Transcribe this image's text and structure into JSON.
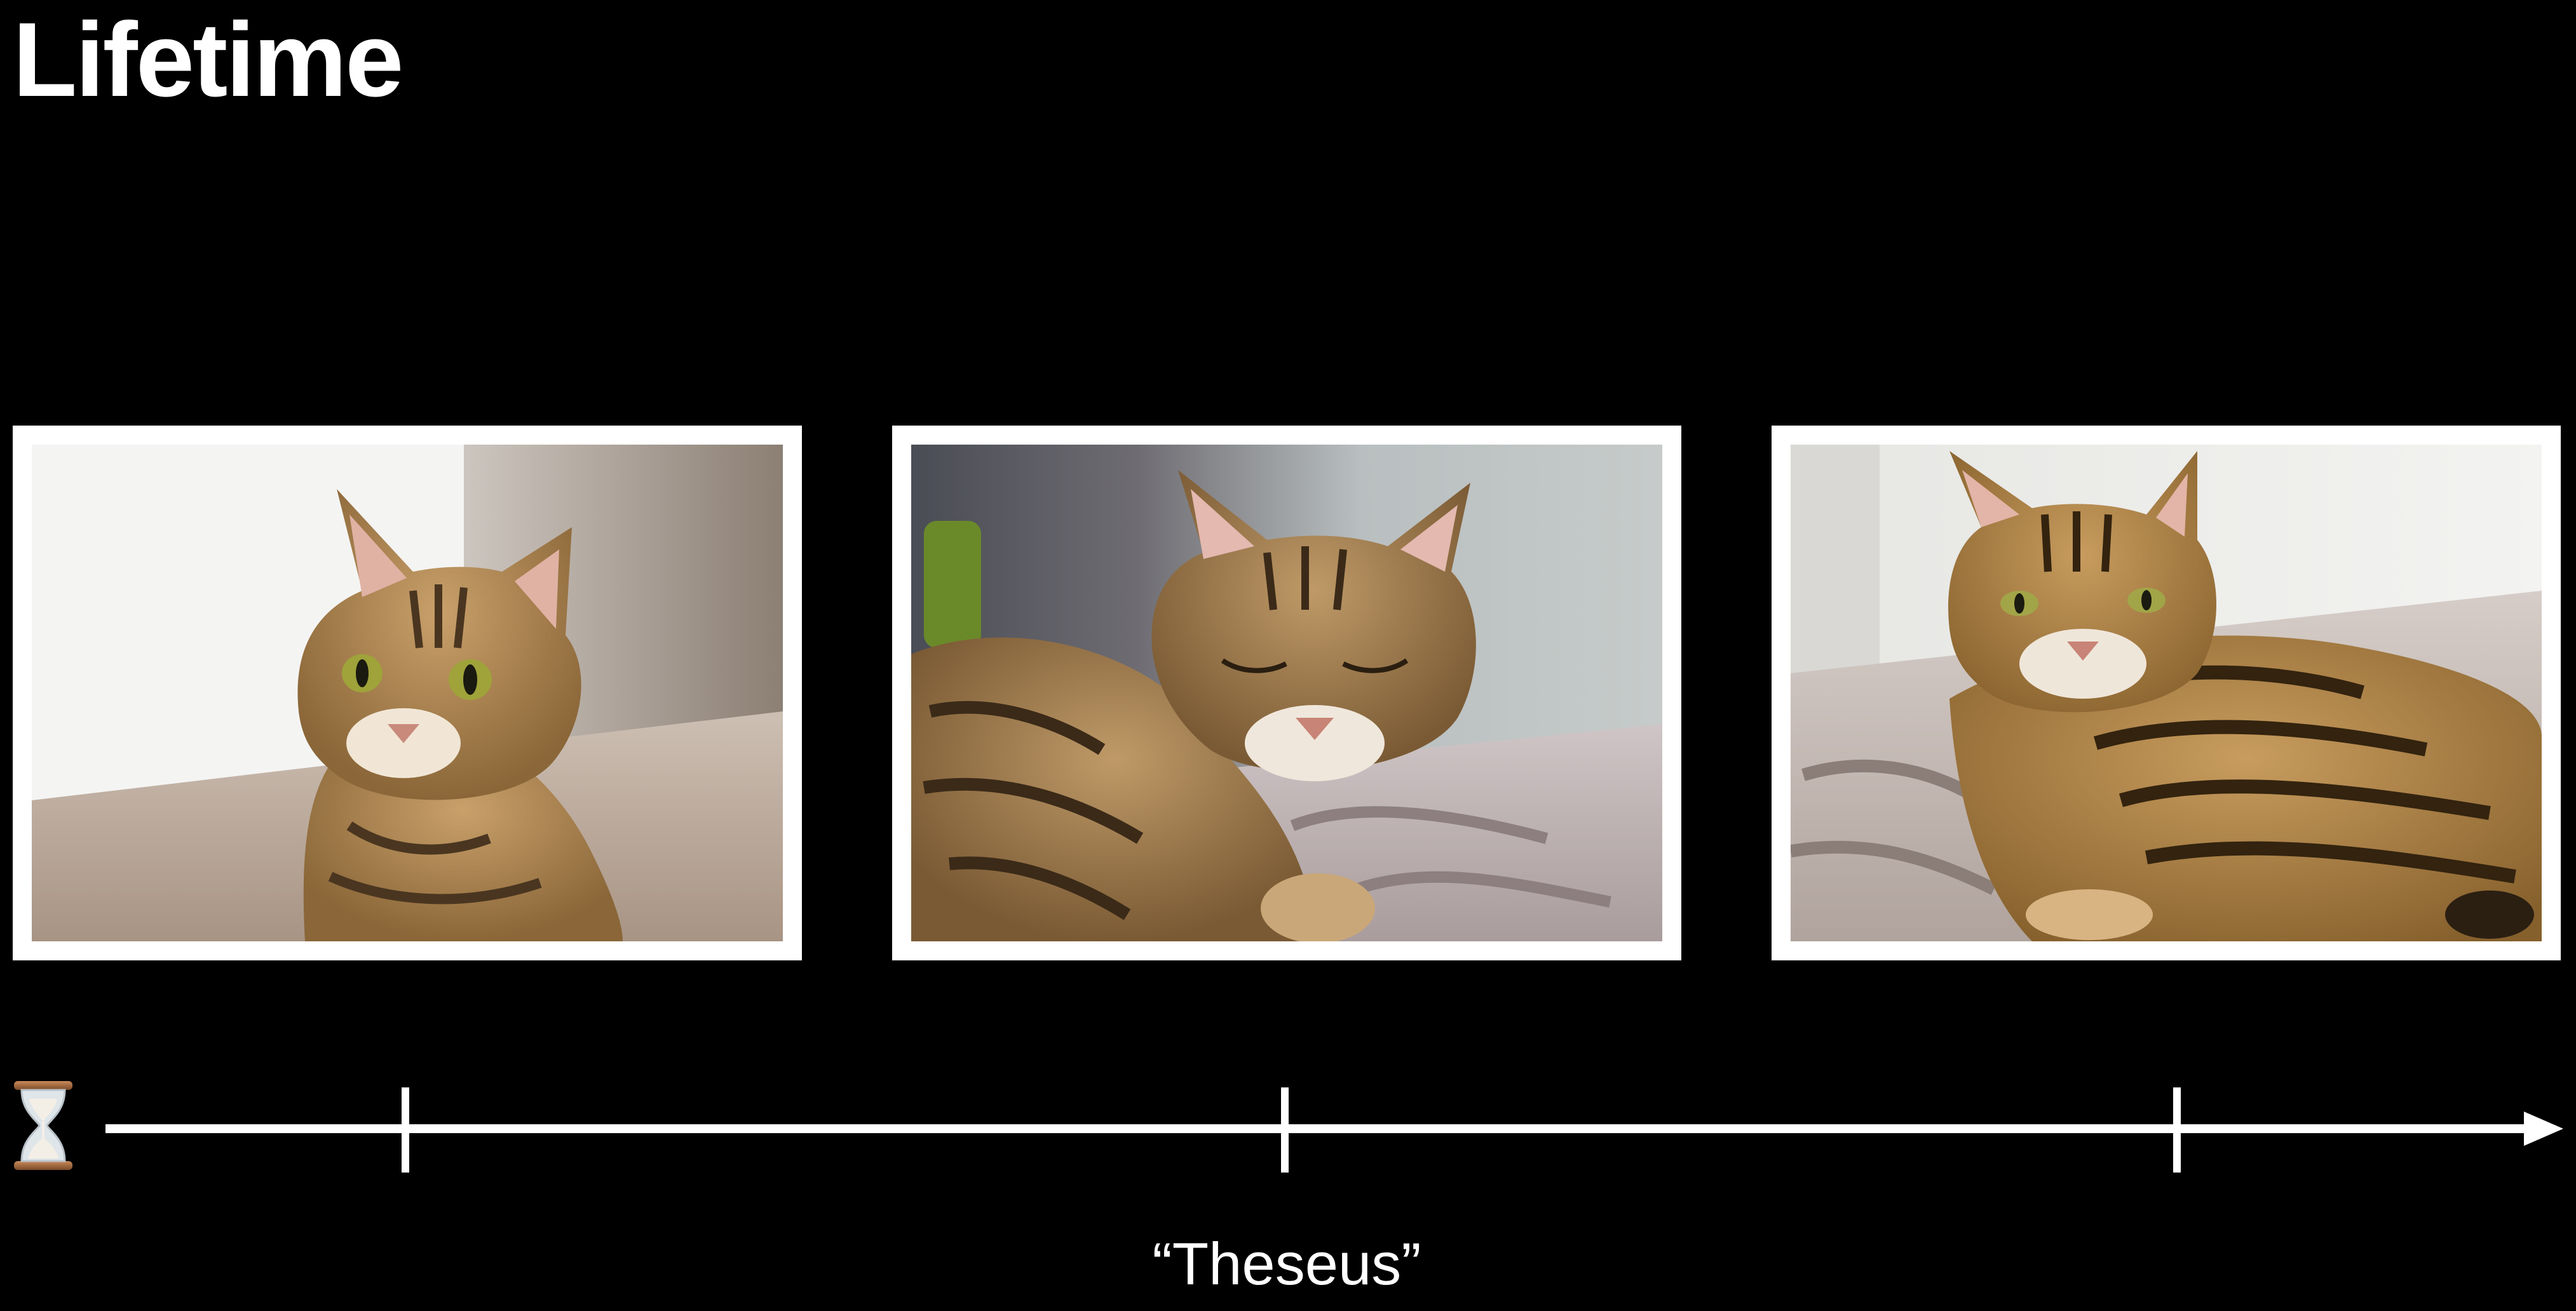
{
  "slide": {
    "title": "Lifetime",
    "caption": "“Theseus”"
  },
  "photos": [
    {
      "subject": "tabby cat sitting, alert",
      "icon": "cat-photo"
    },
    {
      "subject": "tabby cat lying down, eyes closed",
      "icon": "cat-photo"
    },
    {
      "subject": "tabby cat lying on blanket",
      "icon": "cat-photo"
    }
  ],
  "timeline": {
    "icon": "hourglass-icon",
    "tick_count": 3,
    "colors": {
      "line": "#ffffff",
      "background": "#000000"
    }
  }
}
